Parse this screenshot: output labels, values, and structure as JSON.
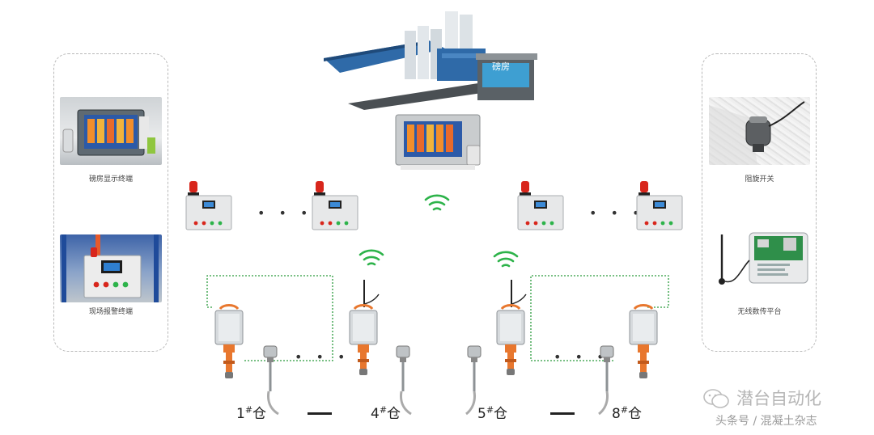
{
  "left_panel": {
    "items": [
      {
        "caption": "磅房显示终端"
      },
      {
        "caption": "现场报警终端"
      }
    ]
  },
  "right_panel": {
    "items": [
      {
        "caption": "阻旋开关"
      },
      {
        "caption": "无线数传平台"
      }
    ]
  },
  "plant": {
    "sign": "磅房"
  },
  "bins": [
    {
      "num": "1",
      "mark": "#",
      "unit": "仓"
    },
    {
      "num": "4",
      "mark": "#",
      "unit": "仓"
    },
    {
      "num": "5",
      "mark": "#",
      "unit": "仓"
    },
    {
      "num": "8",
      "mark": "#",
      "unit": "仓"
    }
  ],
  "ellipsis": "• • •",
  "watermark": {
    "brand": "潜台自动化",
    "source": "头条号 / 混凝土杂志"
  },
  "colors": {
    "wifi": "#2db34a",
    "link": "#2a9a3c",
    "orange": "#e8772e",
    "alarm": "#d8261c"
  }
}
